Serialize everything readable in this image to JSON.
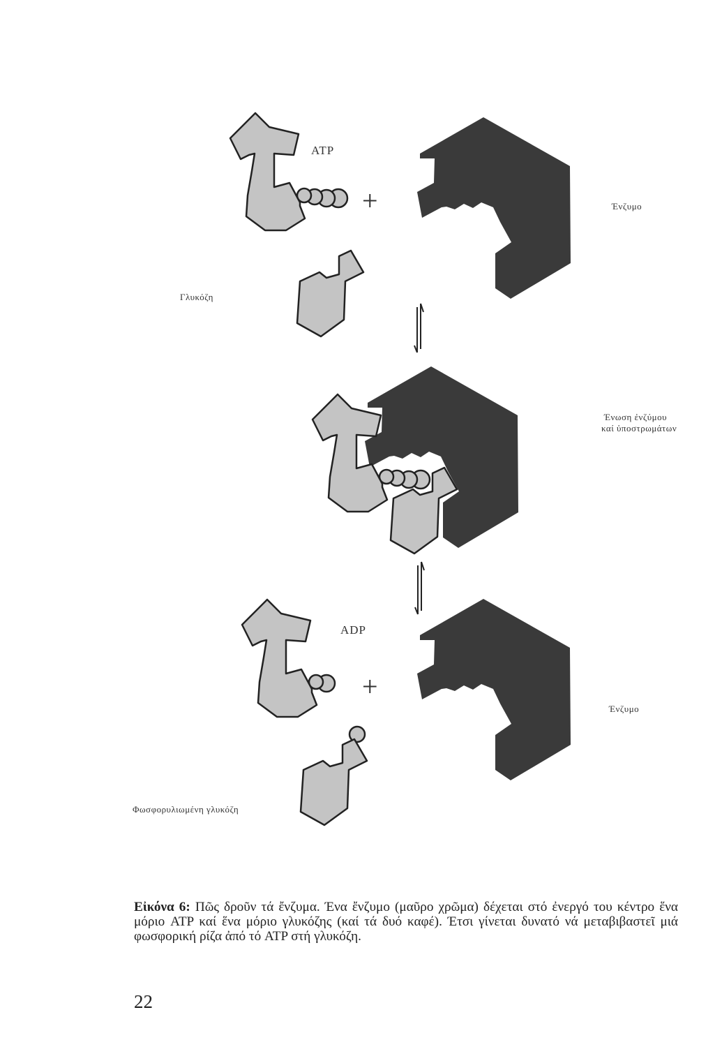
{
  "figure": {
    "labels": {
      "atp": "ATP",
      "enzyme_top": "Ένζυμο",
      "glucose": "Γλυκόζη",
      "complex_line1": "Ένωση ἐνζύμου",
      "complex_line2": "καί ὑποστρωμάτων",
      "adp": "ADP",
      "enzyme_bottom": "Ένζυμο",
      "phospho_glucose": "Φωσφορυλιωμένη γλυκόζη",
      "plus_top": "+",
      "plus_bottom": "+"
    },
    "colors": {
      "enzyme": "#3a3a3a",
      "substrate": "#c4c4c4",
      "outline": "#222222"
    }
  },
  "caption": {
    "title": "Εἰκόνα 6:",
    "text": " Πῶς δροῦν τά ἔνζυμα. Ένα ἔνζυμο (μαῦρο χρῶμα) δέχεται στό ἐνεργό του κέντρο ἕνα μόριο ATP καί ἕνα μόριο γλυκόζης (καί τά δυό καφέ). Έτσι γίνεται δυνατό νά μεταβιβαστεῖ μιά φωσφορική ρίζα ἀπό τό ATP στή γλυκόζη."
  },
  "page_number": "22"
}
